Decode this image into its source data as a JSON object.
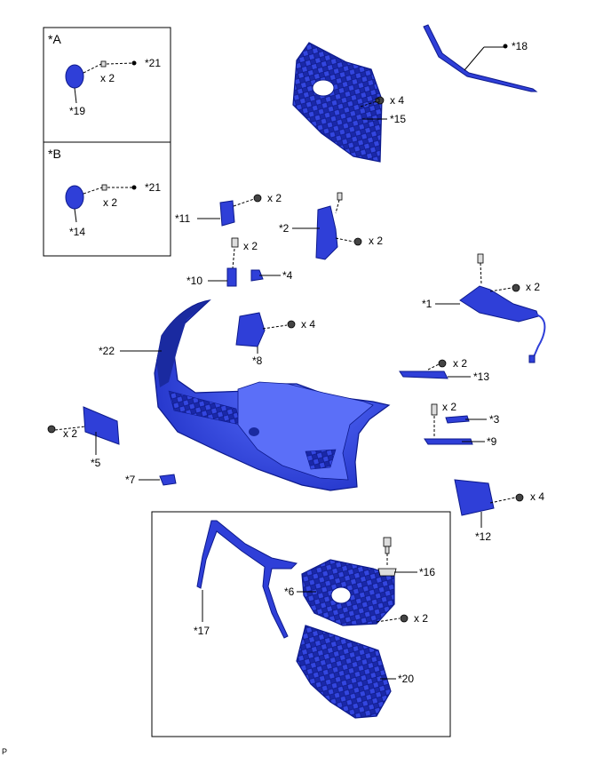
{
  "insets": {
    "a": {
      "title": "*A",
      "lens": "*19",
      "screw": "*21",
      "qty": "x 2"
    },
    "b": {
      "title": "*B",
      "lens": "*14",
      "screw": "*21",
      "qty": "x 2"
    }
  },
  "labels": {
    "p1": "*1",
    "p2": "*2",
    "p3": "*3",
    "p4": "*4",
    "p5": "*5",
    "p6": "*6",
    "p7": "*7",
    "p8": "*8",
    "p9": "*9",
    "p10": "*10",
    "p11": "*11",
    "p12": "*12",
    "p13": "*13",
    "p15": "*15",
    "p16": "*16",
    "p17": "*17",
    "p18": "*18",
    "p20": "*20",
    "p22": "*22"
  },
  "quantities": {
    "grille_top": "x 4",
    "p11": "x 2",
    "p2": "x 2",
    "p10": "x 2",
    "p8": "x 4",
    "p1": "x 2",
    "p13": "x 2",
    "p3": "x 2",
    "p5": "x 2",
    "p12": "x 4",
    "p6": "x 2"
  },
  "footer": "P"
}
